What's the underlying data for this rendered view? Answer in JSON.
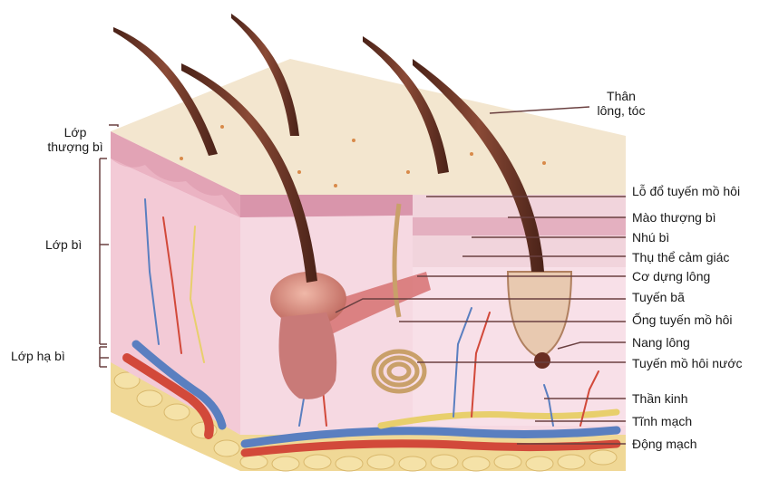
{
  "left_labels": {
    "epidermis": [
      "Lớp",
      "thượng bì"
    ],
    "dermis": "Lớp bì",
    "hypodermis": "Lớp hạ bì"
  },
  "right_labels": {
    "hair_shaft": [
      "Thân",
      "lông, tóc"
    ],
    "sweat_pore": "Lỗ đổ tuyến mồ hôi",
    "epidermal_ridge": "Mào thượng bì",
    "dermal_papilla": "Nhú bì",
    "sensory_receptor": "Thụ thể cảm giác",
    "arrector_pili": "Cơ dựng lông",
    "sebaceous_gland": "Tuyến bã",
    "sweat_duct": "Ống tuyến mồ hôi",
    "hair_follicle": "Nang lông",
    "sweat_gland": "Tuyến mồ hôi nước",
    "nerve": "Thần kinh",
    "vein": "Tĩnh mạch",
    "artery": "Động mạch"
  },
  "colors": {
    "skin_surface": "#f3e6cf",
    "epidermis": "#e8b7c4",
    "dermis": "#f4d2dc",
    "fat": "#f3dc9c",
    "hair": "#7a3b2a",
    "artery": "#d2493a",
    "vein": "#5a7fc0",
    "nerve": "#e8cf6c"
  }
}
